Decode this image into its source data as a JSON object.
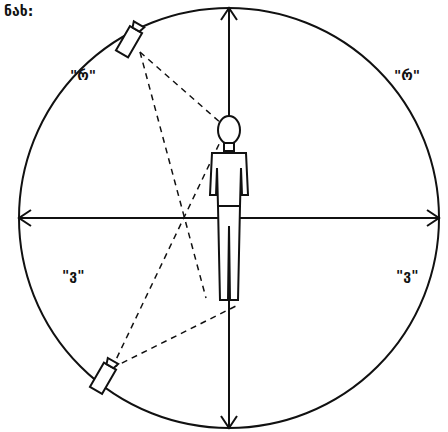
{
  "diagram": {
    "labels": [
      "ნახ:",
      "\"რ\"",
      "\"რ\"",
      "\"ვ\"",
      "\"ვ\""
    ]
  }
}
